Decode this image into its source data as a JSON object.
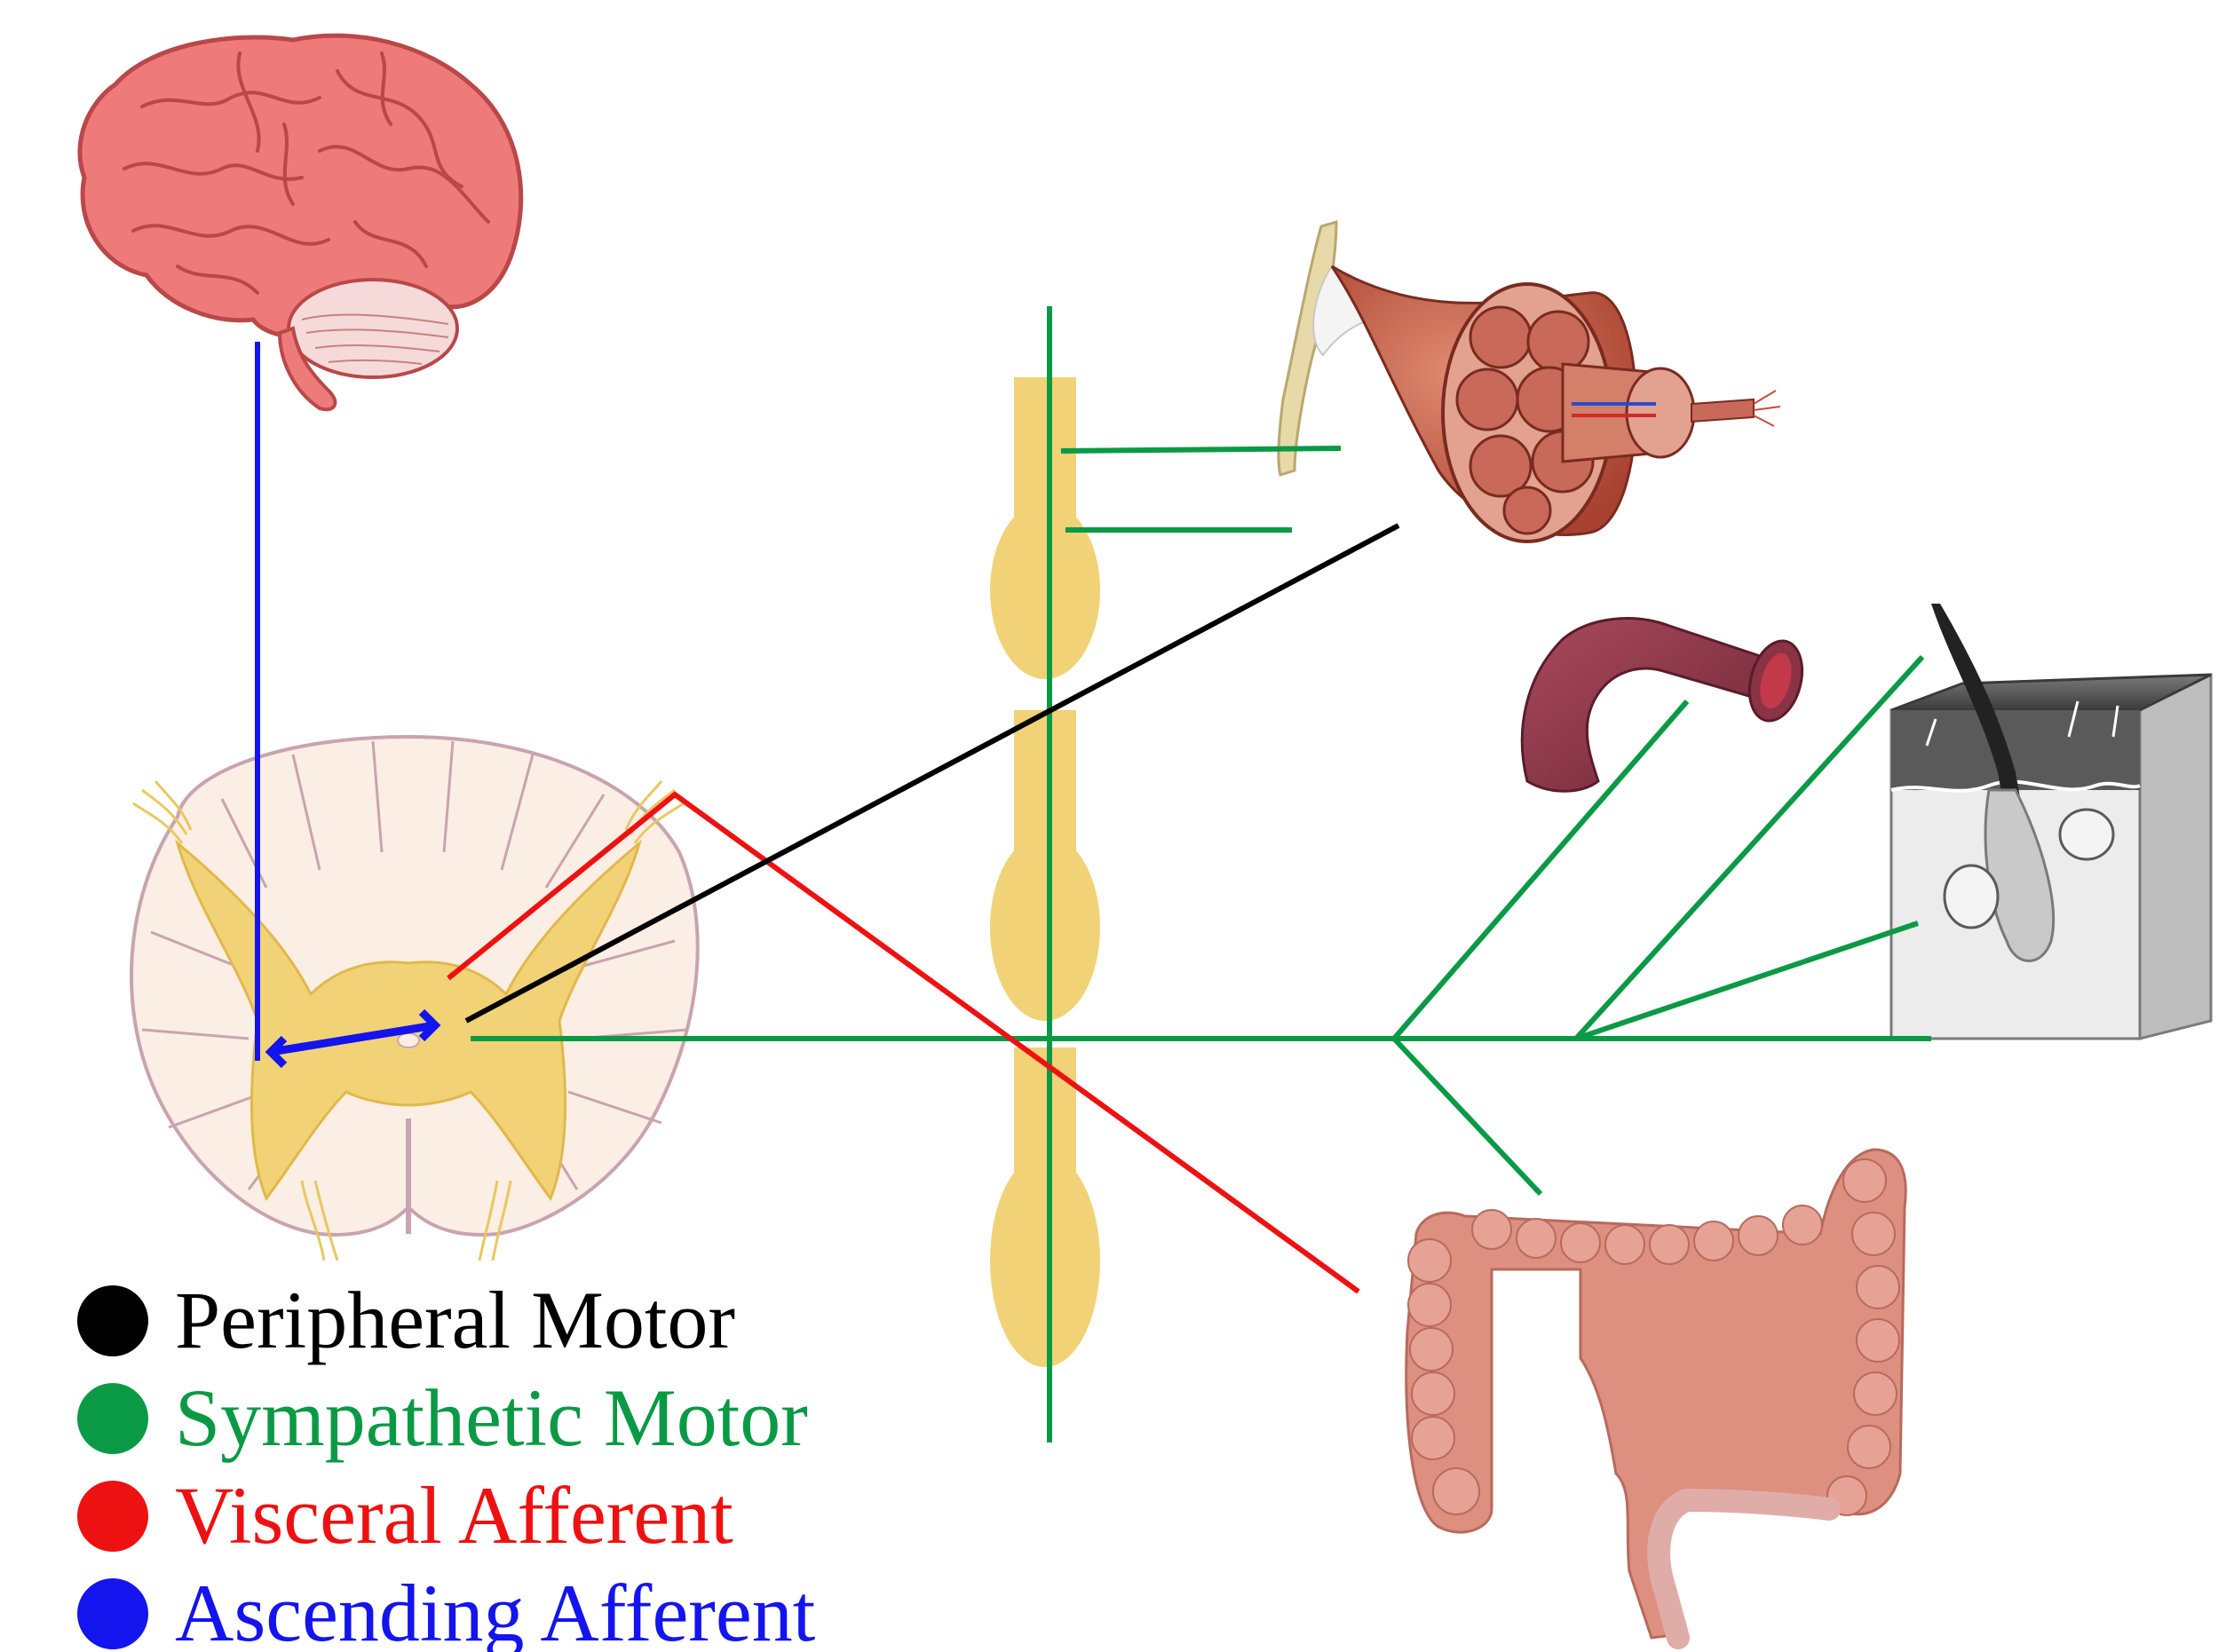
{
  "colors": {
    "peripheral_motor": "#000000",
    "sympathetic_motor": "#0a9a45",
    "visceral_afferent": "#ee1111",
    "ascending_afferent": "#1414ee",
    "brain": "#ef7a7a",
    "muscle": "#c85a44",
    "grey_matter": "#f2d277",
    "white_matter": "#fbeee4",
    "blood_vessel": "#8a3346",
    "skin": "#d9d9d9",
    "colon": "#dd8f80"
  },
  "icons": [
    "brain-icon",
    "spinal-cord-cross-section-icon",
    "sympathetic-chain-icon",
    "skeletal-muscle-icon",
    "blood-vessel-icon",
    "skin-block-icon",
    "colon-icon"
  ],
  "legend": [
    {
      "label": "Peripheral Motor",
      "color": "#000000"
    },
    {
      "label": "Sympathetic Motor",
      "color": "#0a9a45"
    },
    {
      "label": "Visceral Afferent",
      "color": "#ee1111"
    },
    {
      "label": "Ascending Afferent",
      "color": "#1414ee"
    }
  ]
}
